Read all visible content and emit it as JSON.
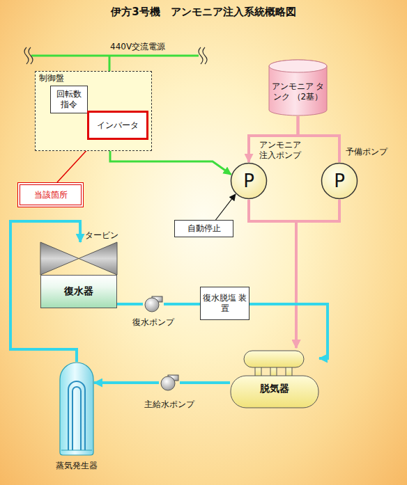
{
  "diagram": {
    "title": "伊方3号機　アンモニア注入系統概略図",
    "nodes": [
      {
        "text": [
          "制御盤"
        ]
      },
      {
        "text": [
          "回転数 指令"
        ],
        "in": 0
      },
      {
        "text": [
          "インバータ"
        ],
        "in": 0
      },
      {
        "text": [
          "アンモニア タンク （2基）"
        ]
      },
      {
        "text": [
          "アンモニア 注入ポンプ",
          "P"
        ]
      },
      {
        "text": [
          "予備ポンプ",
          "P"
        ]
      },
      {
        "text": [
          "当該箇所"
        ]
      },
      {
        "text": [
          "自動停止"
        ]
      },
      {
        "text": [
          "タービン"
        ]
      },
      {
        "text": [
          "復水器"
        ]
      },
      {
        "text": [
          "復水ポンプ"
        ]
      },
      {
        "text": [
          "復水脱塩 装置"
        ]
      },
      {
        "text": [
          "脱気器"
        ]
      },
      {
        "text": [
          "主給水ポンプ"
        ]
      },
      {
        "text": [
          "蒸気発生器"
        ]
      }
    ],
    "edges": [
      {
        "from": 1,
        "to": 2,
        "arrow": "to"
      },
      {
        "from": 6,
        "to": 2,
        "arrow": "to"
      },
      {
        "from": 2,
        "to": 4,
        "arrow": "to"
      },
      {
        "from": 7,
        "to": 4,
        "arrow": "to"
      },
      {
        "from": 3,
        "to": 4,
        "arrow": "to"
      },
      {
        "from": 3,
        "to": 5,
        "arrow": "none"
      },
      {
        "from": 4,
        "to": 12,
        "arrow": "to"
      },
      {
        "from": 5,
        "to": 12,
        "arrow": "to"
      },
      {
        "from": 14,
        "to": 8,
        "arrow": "to"
      },
      {
        "from": 9,
        "to": 10,
        "arrow": "none"
      },
      {
        "from": 10,
        "to": 11,
        "arrow": "none"
      },
      {
        "from": 11,
        "to": 12,
        "arrow": "to"
      },
      {
        "from": 12,
        "to": 13,
        "arrow": "none"
      },
      {
        "from": 13,
        "to": 14,
        "arrow": "to"
      }
    ],
    "labels": [
      "440V交流電源"
    ]
  }
}
